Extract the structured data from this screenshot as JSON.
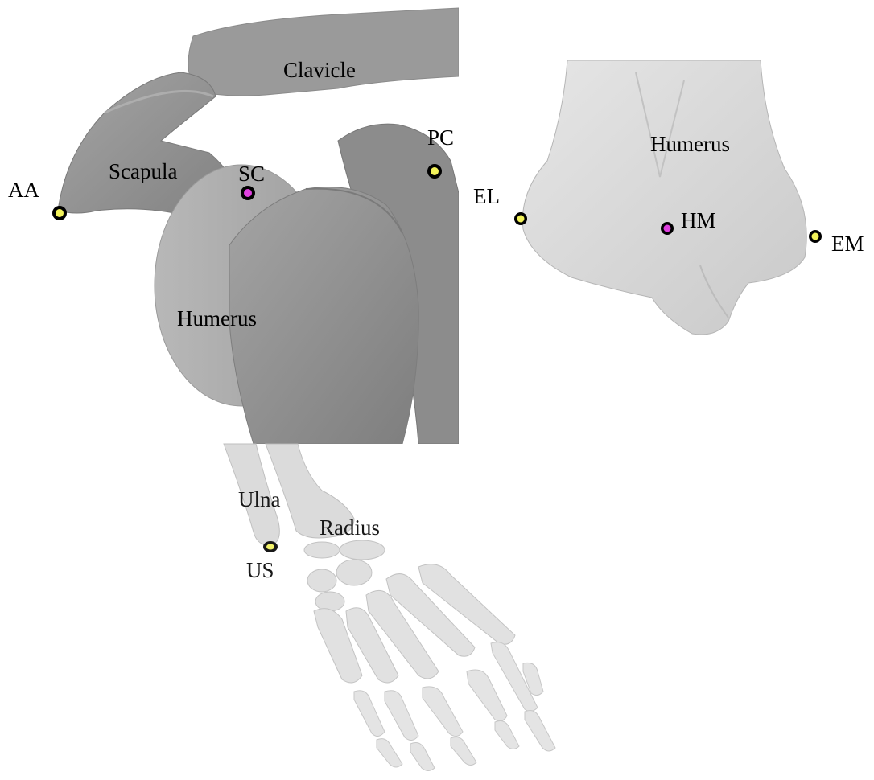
{
  "panels": {
    "shoulder": {
      "labels": {
        "clavicle": "Clavicle",
        "scapula": "Scapula",
        "humerus": "Humerus"
      },
      "landmarks": {
        "aa": "AA",
        "sc": "SC",
        "pc": "PC"
      }
    },
    "elbow": {
      "labels": {
        "humerus": "Humerus"
      },
      "landmarks": {
        "el": "EL",
        "hm": "HM",
        "em": "EM"
      }
    },
    "wrist": {
      "labels": {
        "ulna": "Ulna",
        "radius": "Radius"
      },
      "landmarks": {
        "us": "US"
      }
    }
  },
  "colors": {
    "bone_dark": "#8a8a8a",
    "bone_mid": "#9b9b9b",
    "bone_light": "#d9d9d9",
    "marker_ring": "#000000",
    "marker_yellow": "#f2f25a",
    "marker_magenta": "#e040e0"
  }
}
